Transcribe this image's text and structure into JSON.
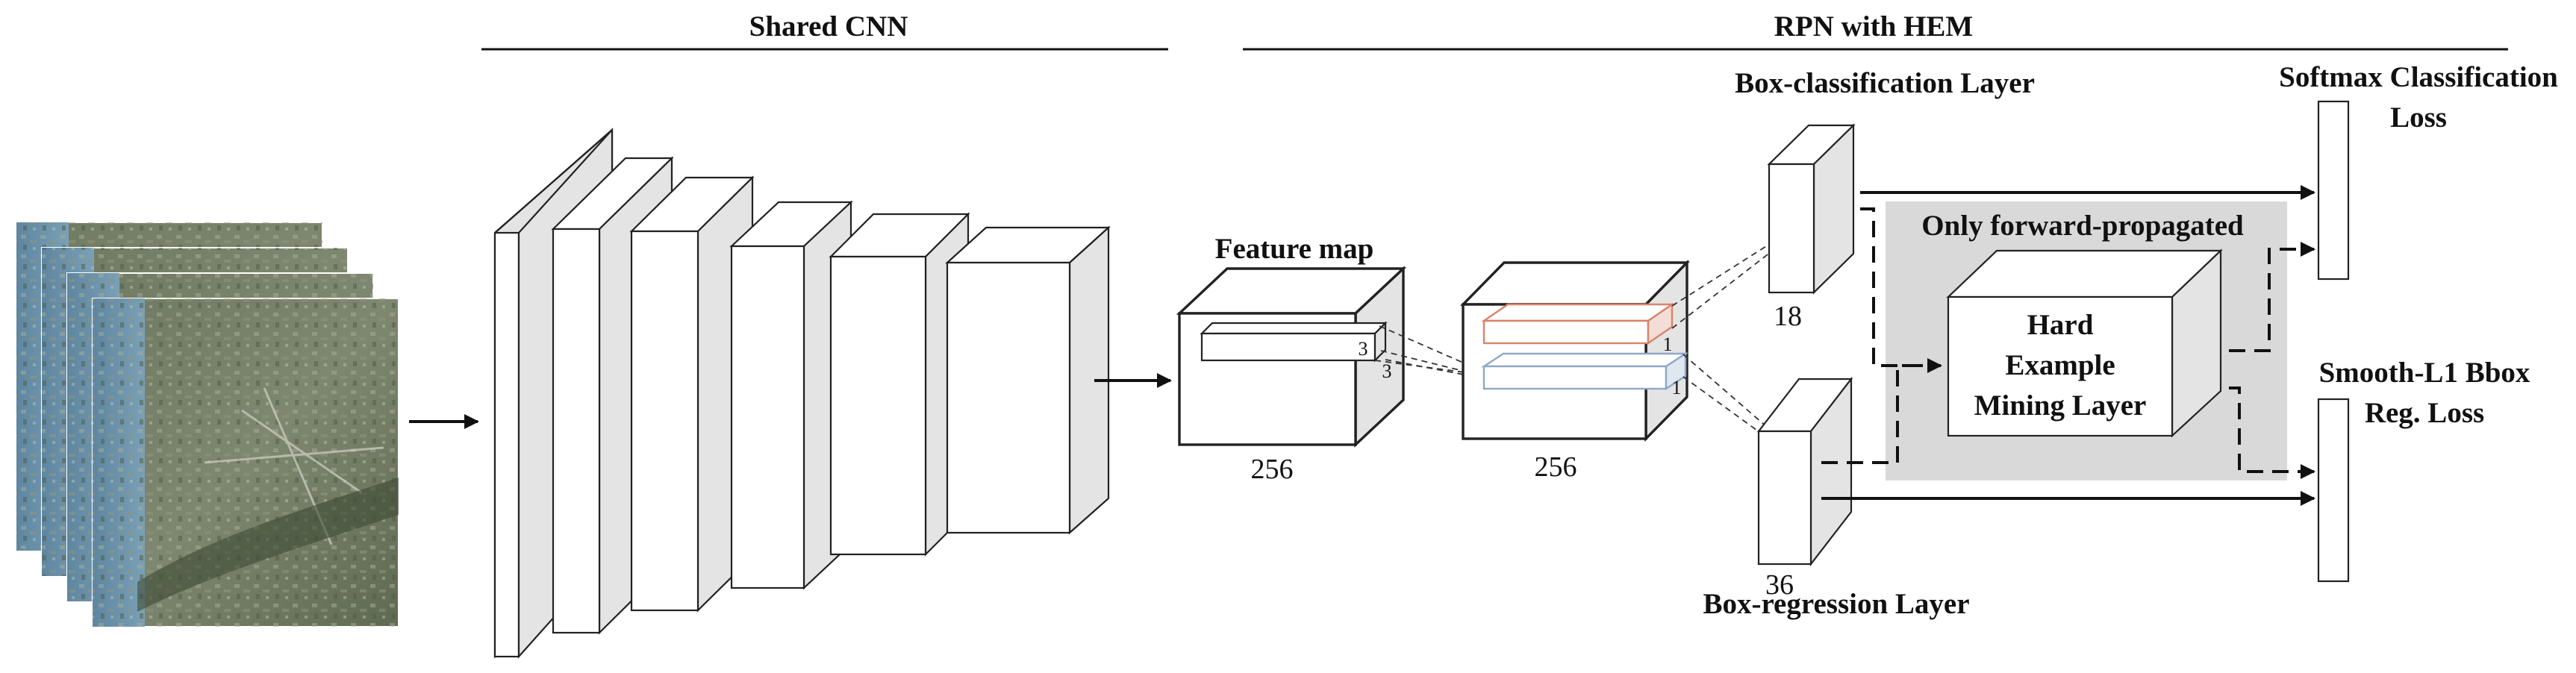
{
  "sections": {
    "shared_cnn": "Shared CNN",
    "rpn_hem": "RPN with HEM"
  },
  "labels": {
    "feature_map": "Feature map",
    "box_classification": "Box-classification Layer",
    "box_regression": "Box-regression Layer",
    "only_forward": "Only forward-propagated",
    "hem_line1": "Hard",
    "hem_line2": "Example",
    "hem_line3": "Mining Layer",
    "softmax_line1": "Softmax Classification",
    "softmax_line2": "Loss",
    "smooth_line1": "Smooth-L1 Bbox",
    "smooth_line2": "Reg. Loss"
  },
  "numbers": {
    "fm_depth": "256",
    "conv_depth": "256",
    "kernel_w": "3",
    "kernel_h": "3",
    "cls_one": "1",
    "reg_one": "1",
    "cls_channels": "18",
    "reg_channels": "36"
  },
  "colors": {
    "cls_window": "#d9826a",
    "reg_window": "#8fa8c8",
    "hem_panel": "#d9d9d9",
    "line": "#111111"
  },
  "input_images": [
    {
      "name": "aerial-image-1"
    },
    {
      "name": "aerial-image-2"
    },
    {
      "name": "aerial-image-3"
    },
    {
      "name": "aerial-image-4"
    }
  ]
}
